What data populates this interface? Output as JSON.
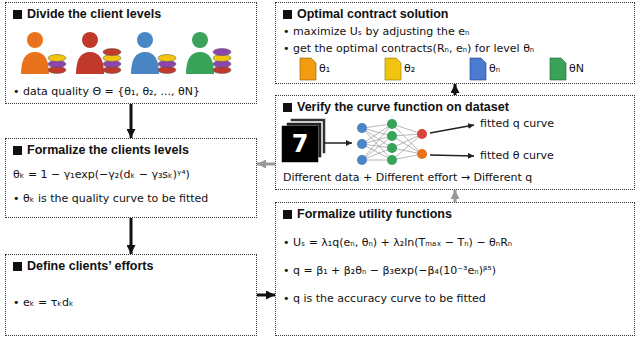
{
  "diagram": {
    "nodes": [
      {
        "text": [
          "Divide the client levels",
          "• data quality Θ = {θ₁, θ₂, ..., θN}"
        ]
      },
      {
        "text": [
          "Formalize the clients levels",
          "θₖ = 1 − γ₁exp(−γ₂(dₖ − γ₃sₖ)ᵞ⁴)",
          "• θₖ is the quality curve to be fitted"
        ]
      },
      {
        "text": [
          "Define clients’ efforts",
          "• eₖ = τₖdₖ"
        ]
      },
      {
        "text": [
          "Optimal contract solution",
          "• maximize Uₛ by adjusting the eₙ",
          "• get the optimal contracts(Rₙ, eₙ) for level θₙ"
        ]
      },
      {
        "text": [
          "Verify the curve function on dataset",
          "Different data + Different effort → Different q"
        ]
      },
      {
        "text": [
          "Formalize utility functions",
          "• Uₛ = λ₁q(eₙ, θₙ) + λ₂ln(Tₘₐₓ − Tₙ) − θₙRₙ",
          "• q = β₁ + β₂θₙ − β₃exp(−β₄(10⁻³eₙ)ᵝ⁵)",
          "• q is the accuracy curve to be fitted"
        ]
      }
    ],
    "edges": [
      {
        "from": 0,
        "to": 1,
        "arrow": "to"
      },
      {
        "from": 1,
        "to": 2,
        "arrow": "to"
      },
      {
        "from": 2,
        "to": 5,
        "arrow": "to"
      },
      {
        "from": 5,
        "to": 4,
        "arrow": "to"
      },
      {
        "from": 4,
        "to": 1,
        "arrow": "to"
      },
      {
        "from": 4,
        "to": 3,
        "arrow": "to"
      }
    ],
    "labels": [
      "7",
      "fitted q curve",
      "fitted θ curve",
      "θ₁",
      "θ₂",
      "θₙ",
      "θN"
    ]
  }
}
